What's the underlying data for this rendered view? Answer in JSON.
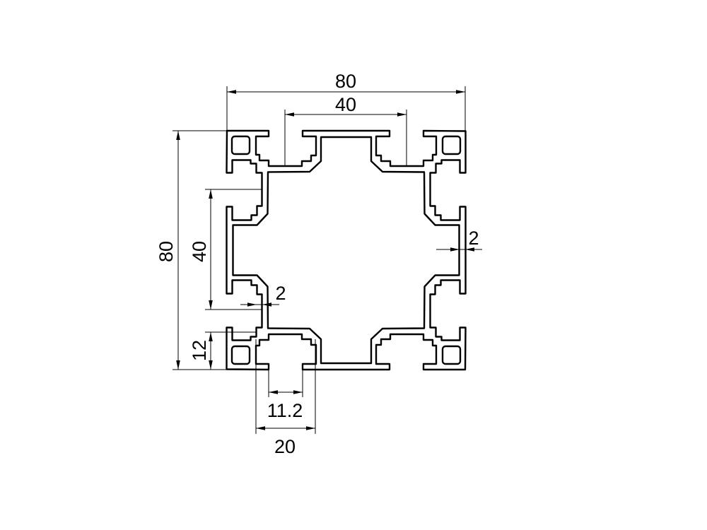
{
  "drawing": {
    "title": "80x80 aluminium profile cross-section",
    "stroke_color": "#000000",
    "dimensions": {
      "overall_width": "80",
      "slot_spacing_top": "40",
      "overall_height": "80",
      "slot_spacing_left": "40",
      "slot_depth": "12",
      "wall_right": "2",
      "wall_left": "2",
      "slot_opening": "11.2",
      "slot_width": "20"
    }
  }
}
